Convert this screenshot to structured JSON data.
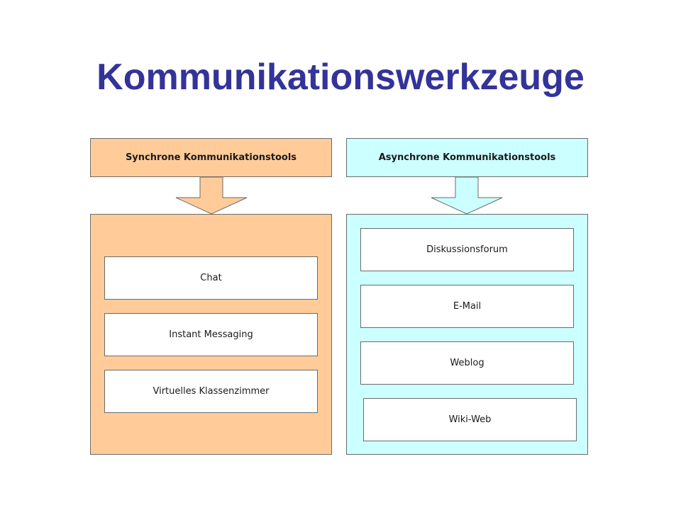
{
  "slide": {
    "title": "Kommunikationswerkzeuge"
  },
  "colors": {
    "title": "#333399",
    "sync_fill": "#ffcc99",
    "async_fill": "#ccffff",
    "border": "#6b6b6b"
  },
  "sync": {
    "header": "Synchrone Kommunikationstools",
    "items": [
      "Chat",
      "Instant Messaging",
      "Virtuelles Klassenzimmer"
    ]
  },
  "async": {
    "header": "Asynchrone Kommunikationstools",
    "items": [
      "Diskussionsforum",
      "E-Mail",
      "Weblog",
      "Wiki-Web"
    ]
  }
}
